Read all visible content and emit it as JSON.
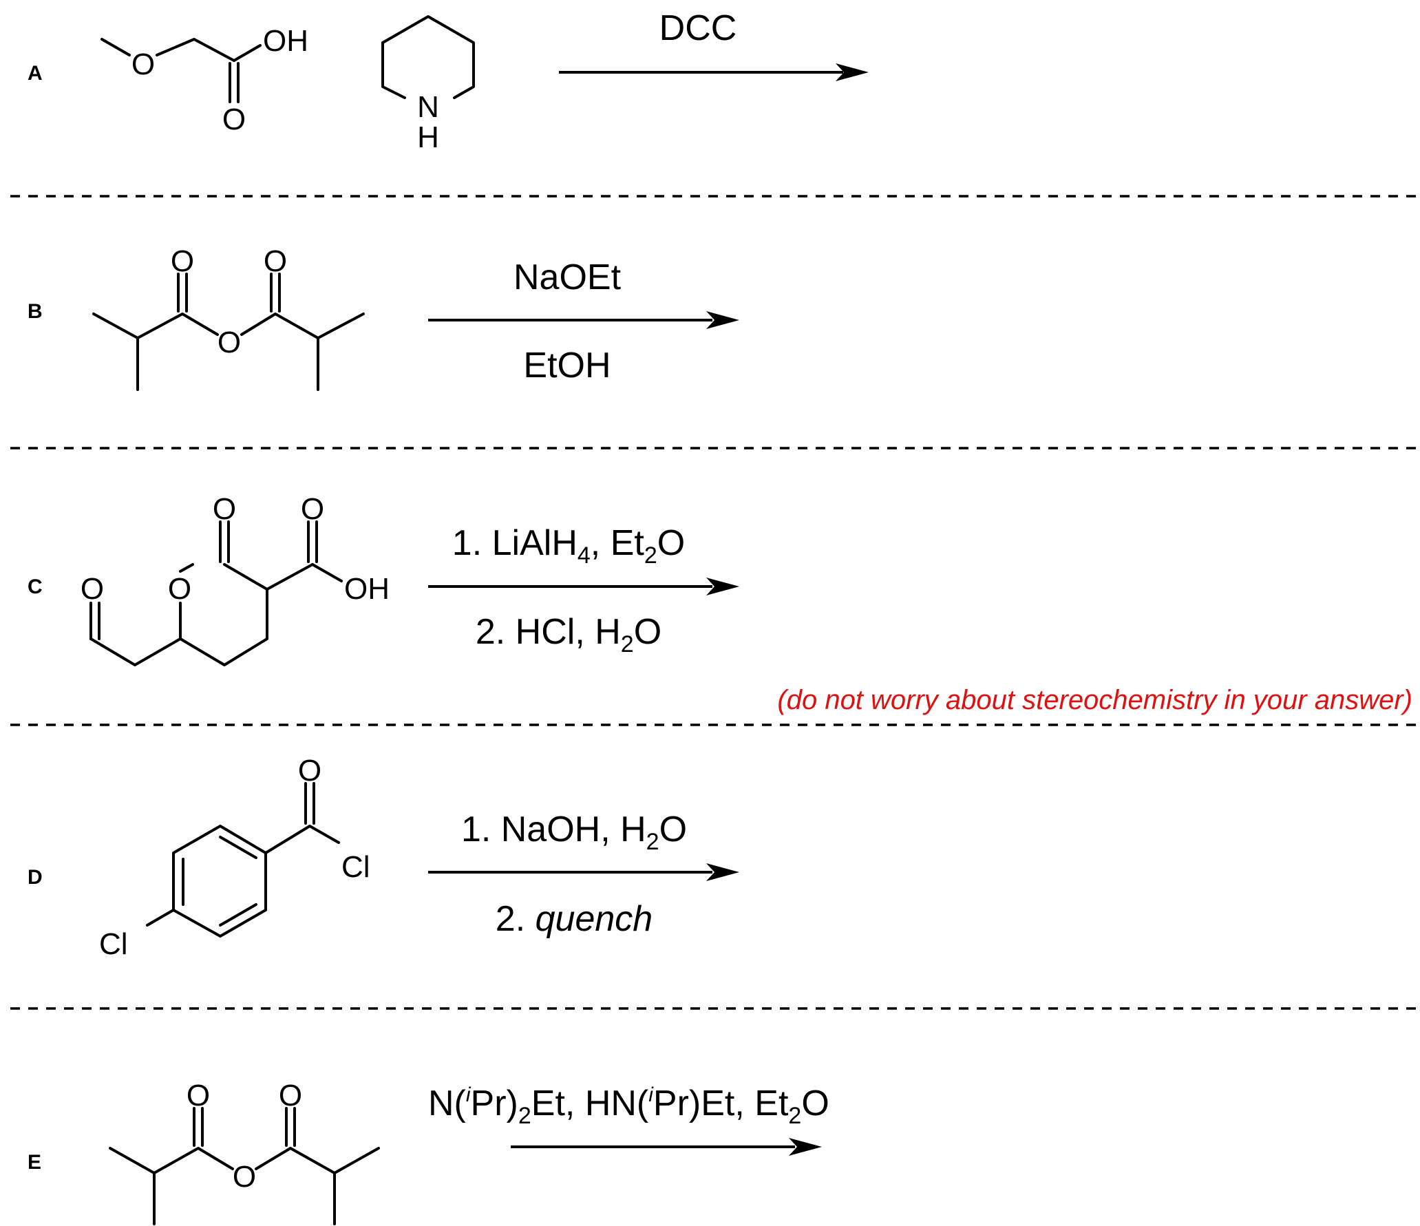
{
  "reactions": [
    {
      "label": "A",
      "atoms": {
        "oh": "OH",
        "o_ether": "O",
        "o_carbonyl": "O",
        "n": "N",
        "h": "H"
      },
      "reagents": {
        "above": "DCC"
      }
    },
    {
      "label": "B",
      "atoms": {
        "o1": "O",
        "o2": "O",
        "o_bridge": "O"
      },
      "reagents": {
        "above": "NaOEt",
        "below": "EtOH"
      }
    },
    {
      "label": "C",
      "atoms": {
        "o_ald": "O",
        "o_ring": "O",
        "o_lactone": "O",
        "o_acid": "O",
        "oh": "OH"
      },
      "reagents": {
        "line1": {
          "prefix": "1. LiAlH",
          "sub1": "4",
          "mid": ", Et",
          "sub2": "2",
          "suffix": "O"
        },
        "line2": {
          "prefix": "2. HCl, H",
          "sub": "2",
          "suffix": "O"
        }
      },
      "note": "(do not worry about stereochemistry in your answer)"
    },
    {
      "label": "D",
      "atoms": {
        "o": "O",
        "cl_acyl": "Cl",
        "cl_ring": "Cl"
      },
      "reagents": {
        "line1": {
          "prefix": "1. NaOH, H",
          "sub": "2",
          "suffix": "O"
        },
        "line2": {
          "prefix": "2. ",
          "italic": "quench"
        }
      }
    },
    {
      "label": "E",
      "atoms": {
        "o1": "O",
        "o2": "O",
        "o_bridge": "O"
      },
      "reagents": {
        "p1": "N(",
        "sup1": "i",
        "p2": "Pr)",
        "sub1": "2",
        "p3": "Et, HN(",
        "sup2": "i",
        "p4": "Pr)Et, Et",
        "sub2": "2",
        "p5": "O"
      }
    }
  ],
  "colors": {
    "note": "#e01010",
    "ink": "#000000"
  }
}
